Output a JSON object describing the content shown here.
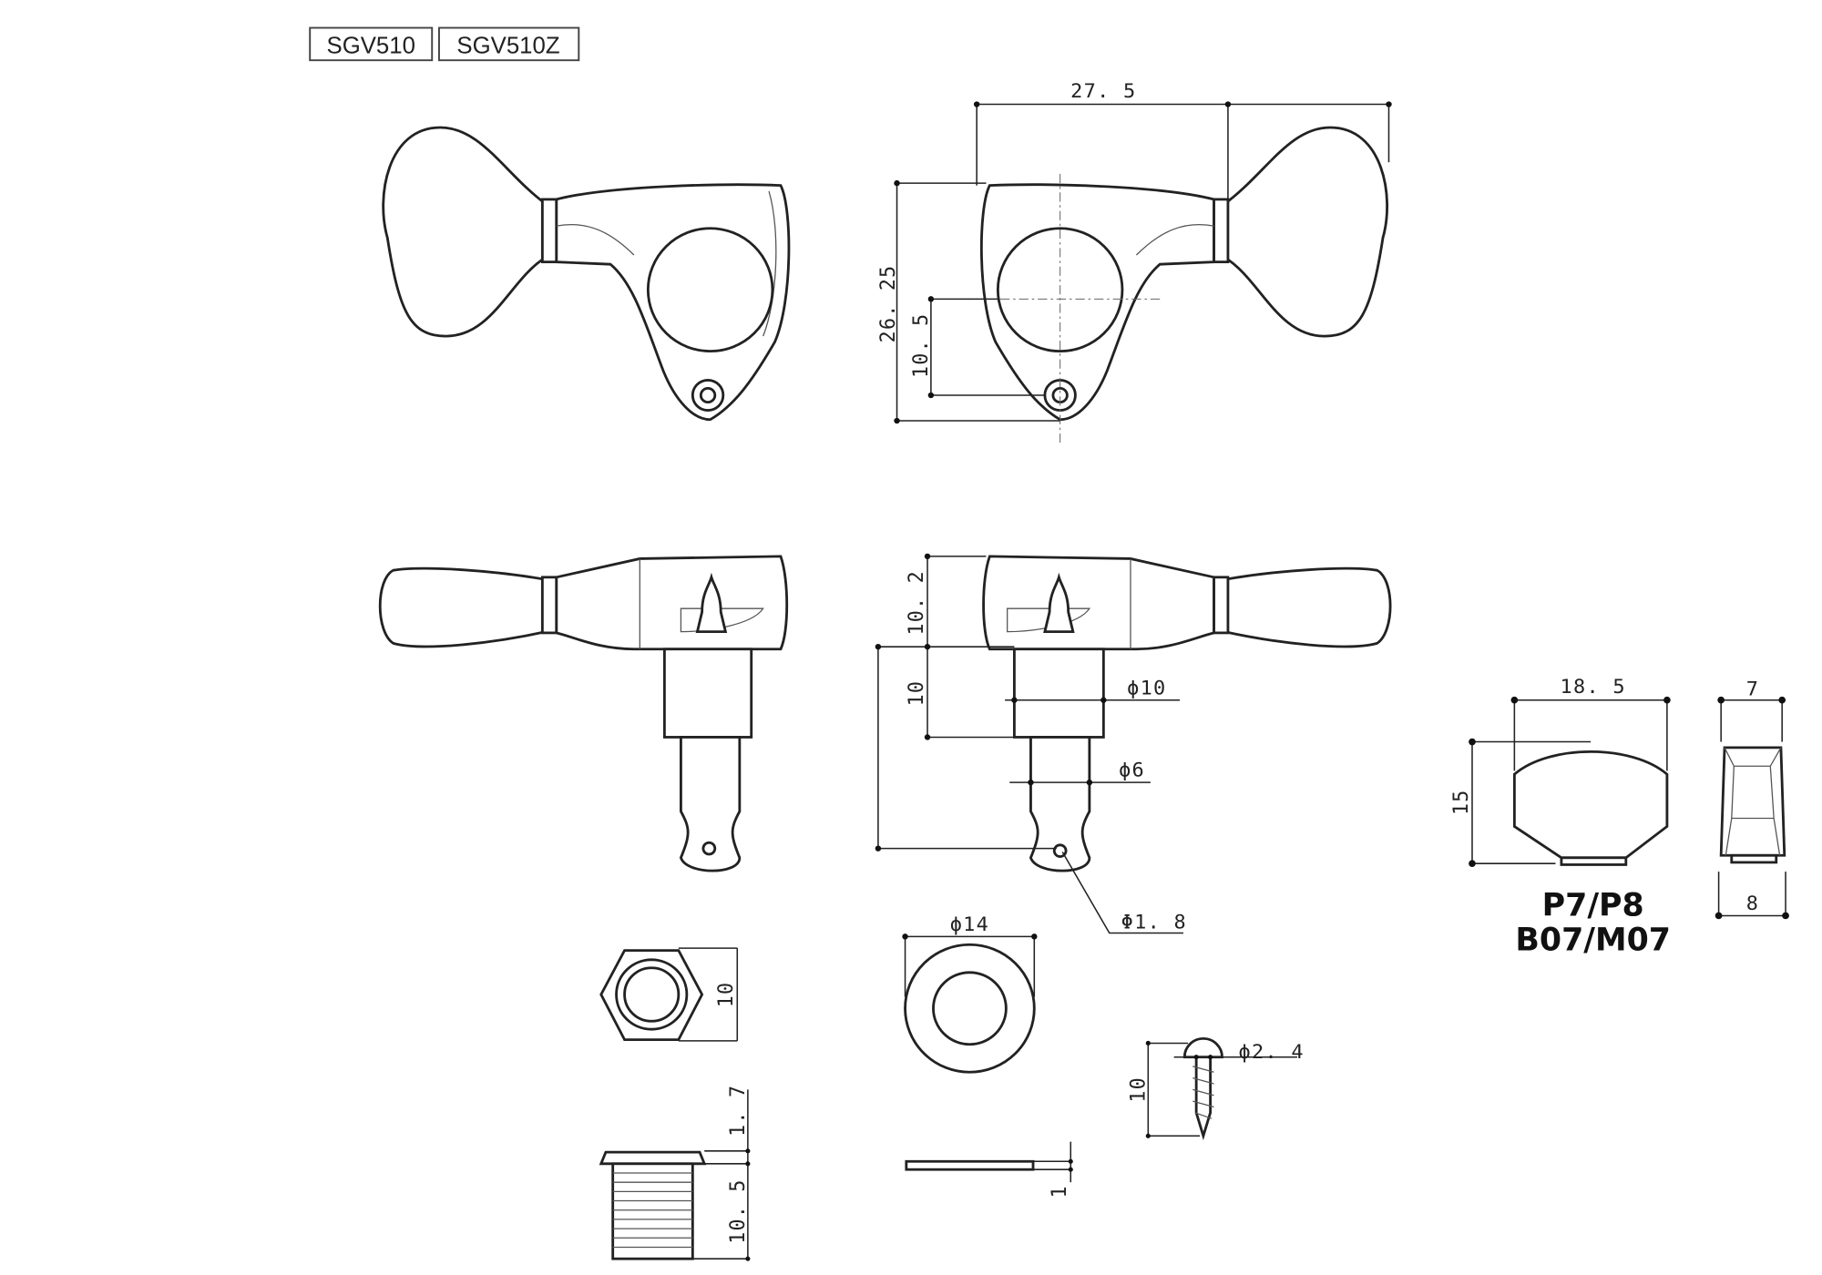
{
  "models": [
    "SGV510",
    "SGV510Z"
  ],
  "dimensions": {
    "overall_width": "27. 5",
    "height": "26. 25",
    "post_offset": "10. 5",
    "housing_depth": "10. 2",
    "bushing_len": "10",
    "bushing_dia": "ϕ10",
    "post_dia": "ϕ6",
    "hole_dia": "Φ1. 8",
    "nut_size": "10",
    "washer_dia": "ϕ14",
    "washer_thick": "1",
    "screw_dia": "ϕ2. 4",
    "screw_len": "10",
    "bush_flange": "1. 7",
    "bush_len": "10. 5",
    "knob_width": "18. 5",
    "knob_height": "15",
    "knob_top": "7",
    "knob_bottom": "8"
  },
  "knob_models": [
    "P7/P8",
    "B07/M07"
  ]
}
